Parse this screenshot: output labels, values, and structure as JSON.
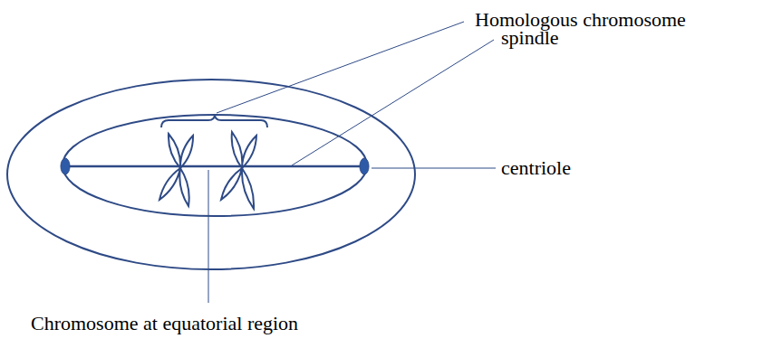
{
  "diagram": {
    "labels": [
      "Homologous chromosome",
      "spindle",
      "centriole",
      "Chromosome at equatorial region"
    ]
  }
}
